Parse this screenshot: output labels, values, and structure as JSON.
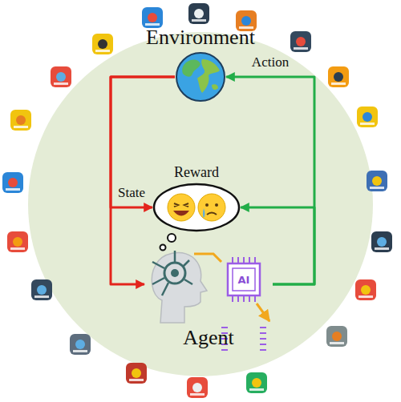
{
  "diagram": {
    "nodes": [
      {
        "text": [
          "Environment"
        ]
      },
      {
        "text": [
          "Reward"
        ]
      },
      {
        "text": [
          "Agent"
        ]
      }
    ],
    "edges": [
      {
        "from": 0,
        "to": 1,
        "arrow": "to",
        "label": "State"
      },
      {
        "from": 0,
        "to": 2,
        "arrow": "to"
      },
      {
        "from": 2,
        "to": 0,
        "arrow": "to",
        "label": "Action"
      },
      {
        "from": 2,
        "to": 1,
        "arrow": "to"
      }
    ],
    "labels": [
      "AI"
    ]
  }
}
